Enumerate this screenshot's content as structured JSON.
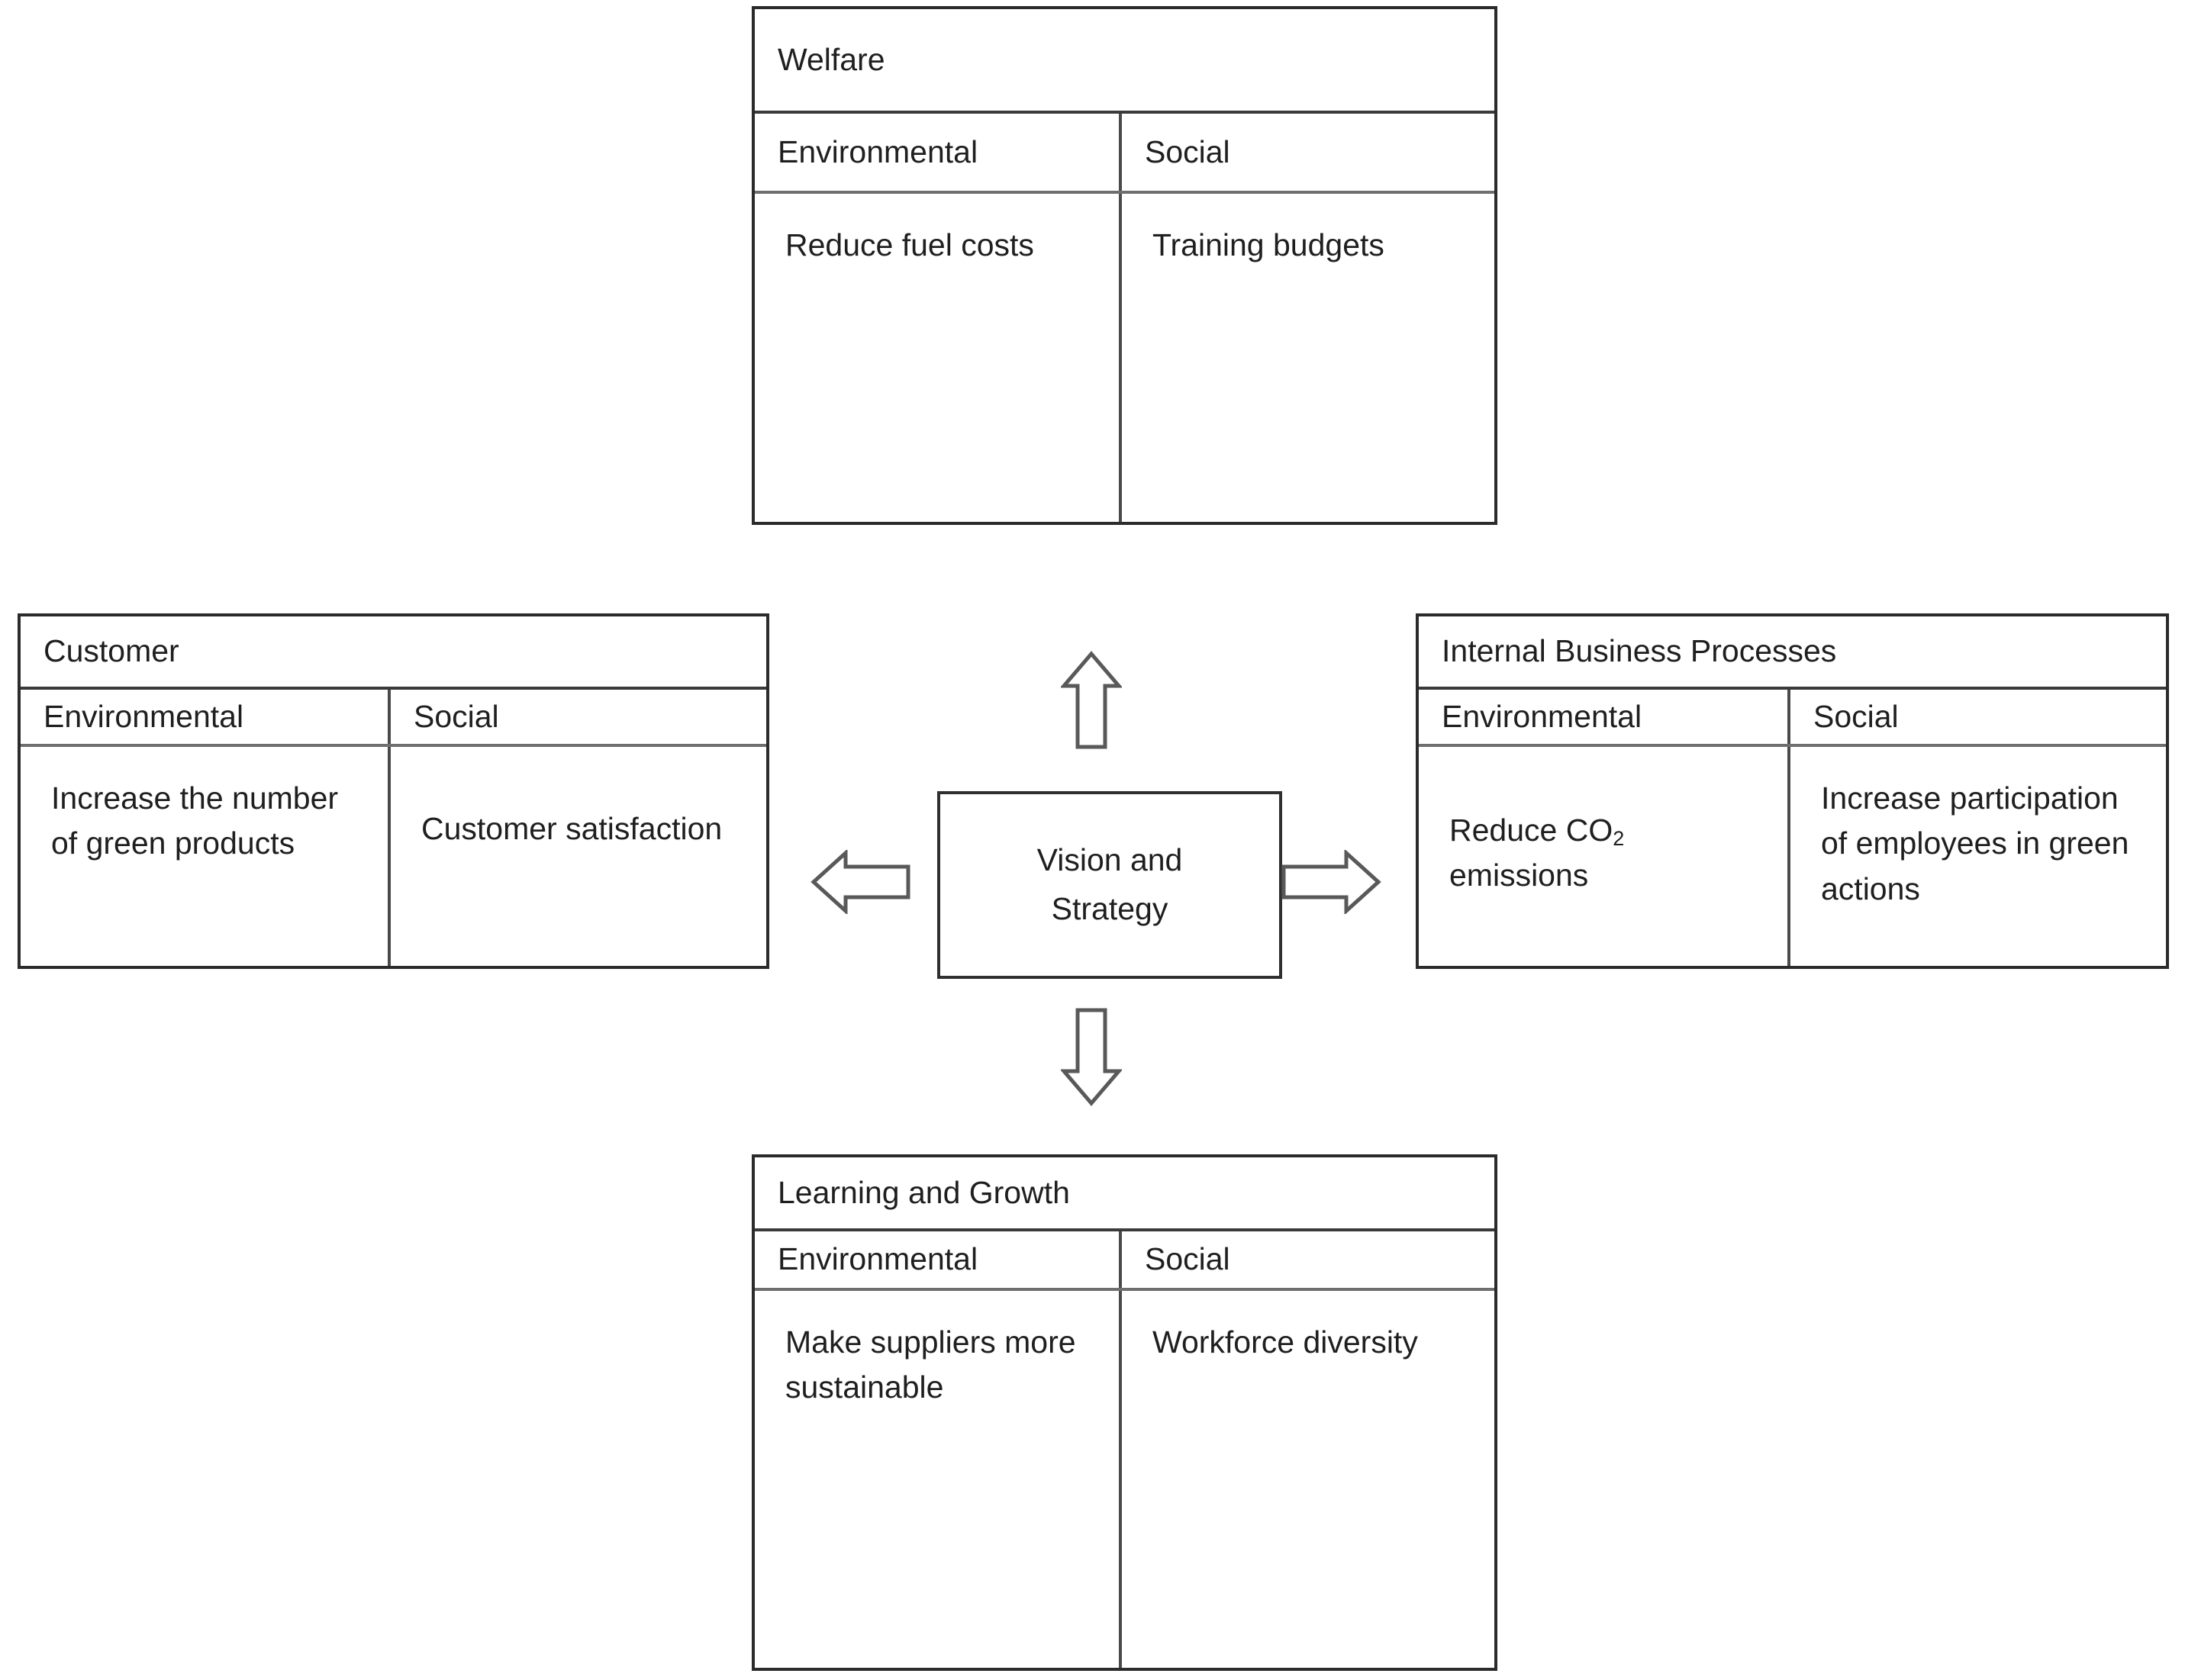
{
  "diagram": {
    "center": {
      "label": "Vision and\nStrategy",
      "line1": "Vision and",
      "line2": "Strategy"
    },
    "column_headers": {
      "environmental": "Environmental",
      "social": "Social"
    },
    "arrows": {
      "up": "arrow-up",
      "down": "arrow-down",
      "left": "arrow-left",
      "right": "arrow-right"
    },
    "perspectives": [
      {
        "id": "welfare",
        "title": "Welfare",
        "environmental_header": "Environmental",
        "social_header": "Social",
        "environmental_item": "Reduce fuel costs",
        "social_item": "Training budgets",
        "position": "top"
      },
      {
        "id": "customer",
        "title": "Customer",
        "environmental_header": "Environmental",
        "social_header": "Social",
        "environmental_item": "Increase the number of green products",
        "social_item": "Customer satisfaction",
        "position": "left"
      },
      {
        "id": "internal-business-processes",
        "title": "Internal Business Processes",
        "environmental_header": "Environmental",
        "social_header": "Social",
        "environmental_item_prefix": "Reduce CO",
        "environmental_item_subscript": "2",
        "environmental_item_suffix": " emissions",
        "social_item": "Increase participation of employees in green actions",
        "position": "right"
      },
      {
        "id": "learning-and-growth",
        "title": "Learning and Growth",
        "environmental_header": "Environmental",
        "social_header": "Social",
        "environmental_item": "Make suppliers more sustainable",
        "social_item": "Workforce diversity",
        "position": "bottom"
      }
    ],
    "colors": {
      "border": "#2b2b2b",
      "divider": "#4a4a4a",
      "header_rule": "#6e6e6e",
      "arrow_stroke": "#595959",
      "text": "#1f1f1f",
      "background": "#ffffff"
    }
  }
}
